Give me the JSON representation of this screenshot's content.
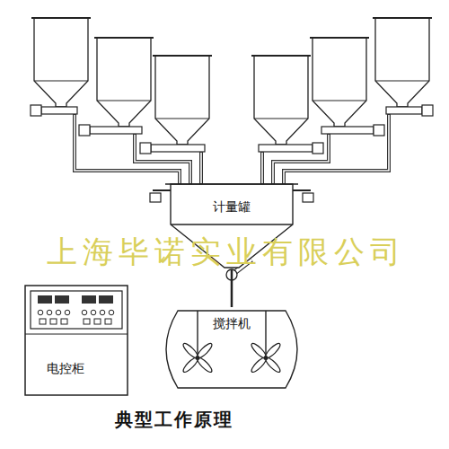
{
  "diagram": {
    "title": "典型工作原理",
    "nodes": [
      {
        "text": [
          "计量罐"
        ]
      },
      {
        "text": [
          "搅拌机"
        ]
      },
      {
        "text": [
          "电控柜"
        ]
      }
    ],
    "edges": [
      {
        "from": 0,
        "to": 1,
        "arrow": "none"
      }
    ],
    "labels": [
      "上海毕诺实业有限公司"
    ]
  }
}
